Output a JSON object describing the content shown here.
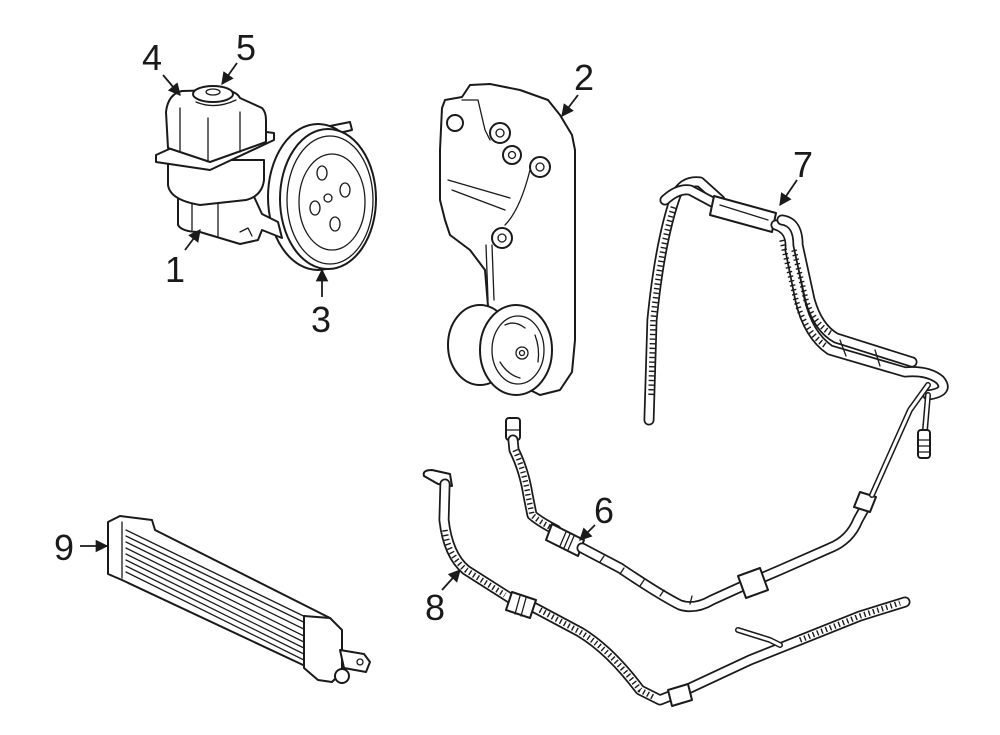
{
  "diagram": {
    "colors": {
      "line": "#1a1a1a",
      "background": "#ffffff"
    },
    "callouts": [
      {
        "label": "1",
        "part": "power-steering-pump"
      },
      {
        "label": "2",
        "part": "mounting-bracket"
      },
      {
        "label": "3",
        "part": "pulley"
      },
      {
        "label": "4",
        "part": "reservoir"
      },
      {
        "label": "5",
        "part": "reservoir-cap"
      },
      {
        "label": "6",
        "part": "pressure-hose"
      },
      {
        "label": "7",
        "part": "return-hose"
      },
      {
        "label": "8",
        "part": "cooler-hose"
      },
      {
        "label": "9",
        "part": "oil-cooler"
      }
    ]
  }
}
